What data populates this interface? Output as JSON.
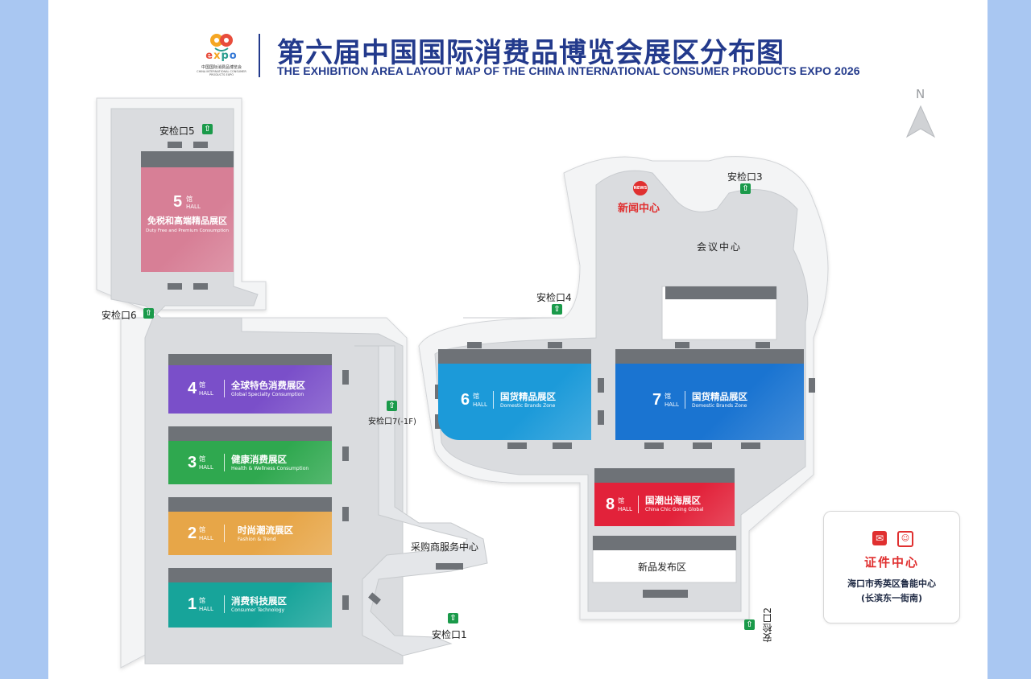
{
  "header": {
    "logo": {
      "word_letters": [
        "e",
        "x",
        "p",
        "o"
      ],
      "cn_text": "中国国际消费品博览会",
      "en_text": "CHINA INTERNATIONAL CONSUMER PRODUCTS EXPO"
    },
    "title_cn": "第六届中国国际消费品博览会展区分布图",
    "title_en": "THE EXHIBITION AREA LAYOUT MAP OF THE CHINA INTERNATIONAL CONSUMER PRODUCTS EXPO 2026"
  },
  "compass": {
    "label": "N"
  },
  "halls": [
    {
      "id": "5",
      "guan": "馆",
      "hall": "HALL",
      "name_cn": "免税和高端精品展区",
      "name_en": "Duty Free and Premium Consumption",
      "color": "#d77f96"
    },
    {
      "id": "4",
      "guan": "馆",
      "hall": "HALL",
      "name_cn": "全球特色消费展区",
      "name_en": "Global Specialty Consumption",
      "color": "#7a4fc9"
    },
    {
      "id": "3",
      "guan": "馆",
      "hall": "HALL",
      "name_cn": "健康消费展区",
      "name_en": "Health & Wellness Consumption",
      "color": "#2fa84f"
    },
    {
      "id": "2",
      "guan": "馆",
      "hall": "HALL",
      "name_cn": "时尚潮流展区",
      "name_en": "Fashion & Trend",
      "color": "#e7a648"
    },
    {
      "id": "1",
      "guan": "馆",
      "hall": "HALL",
      "name_cn": "消费科技展区",
      "name_en": "Consumer Technology",
      "color": "#17a49a"
    },
    {
      "id": "6",
      "guan": "馆",
      "hall": "HALL",
      "name_cn": "国货精品展区",
      "name_en": "Domestic Brands Zone",
      "color": "#1c9ad9"
    },
    {
      "id": "7",
      "guan": "馆",
      "hall": "HALL",
      "name_cn": "国货精品展区",
      "name_en": "Domestic Brands Zone",
      "color": "#1a74d1"
    },
    {
      "id": "8",
      "guan": "馆",
      "hall": "HALL",
      "name_cn": "国潮出海展区",
      "name_en": "China Chic Going Global",
      "color": "#e2223a"
    }
  ],
  "checkpoints": {
    "cp5": "安检口5",
    "cp6": "安检口6",
    "cp4": "安检口4",
    "cp3": "安检口3",
    "cp7": "安检口7(-1F)",
    "cp1": "安检口1",
    "cp2": "安检口2"
  },
  "places": {
    "press_center": "新闻中心",
    "press_icon_text": "NEWS",
    "conference_center": "会议中心",
    "buyer_service_center": "采购商服务中心",
    "new_product_launch": "新品发布区"
  },
  "accreditation": {
    "title": "证件中心",
    "address_line1": "海口市秀英区鲁能中心",
    "address_line2": "(长滨东一街南)"
  },
  "colors": {
    "background": "#a9c7f2",
    "title": "#233a8c",
    "floor": "#dadcdf",
    "wall": "#f4f5f6",
    "exit_green": "#1a9a4a",
    "accent_red": "#e03030"
  }
}
